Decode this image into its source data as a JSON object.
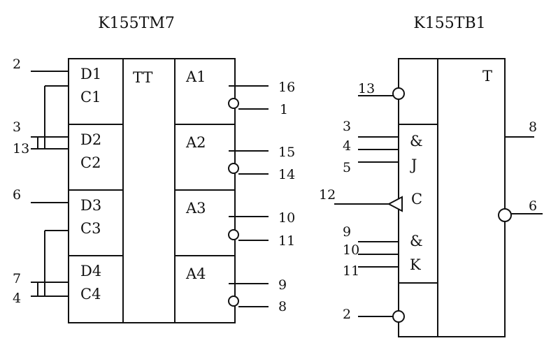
{
  "chip_left": {
    "title": "K155TM7",
    "function": "TT",
    "inputs": [
      "D1",
      "C1",
      "D2",
      "C2",
      "D3",
      "C3",
      "D4",
      "C4"
    ],
    "outputs": [
      "A1",
      "A2",
      "A3",
      "A4"
    ],
    "pins": {
      "d1": "2",
      "c12_top": "3",
      "c12_bottom": "13",
      "d3": "6",
      "c34_top": "7",
      "c34_bottom": "4",
      "a1_q": "16",
      "a1_nq": "1",
      "a2_q": "15",
      "a2_nq": "14",
      "a3_q": "10",
      "a3_nq": "11",
      "a4_q": "9",
      "a4_nq": "8"
    }
  },
  "chip_right": {
    "title": "K155TB1",
    "function": "T",
    "and_top": "&",
    "j_label": "J",
    "clock_label": "C",
    "and_bottom": "&",
    "k_label": "K",
    "pins": {
      "set": "13",
      "j1": "3",
      "j2": "4",
      "j3": "5",
      "clock": "12",
      "k1": "9",
      "k2": "10",
      "k3": "11",
      "reset": "2",
      "q": "8",
      "nq": "6"
    }
  }
}
